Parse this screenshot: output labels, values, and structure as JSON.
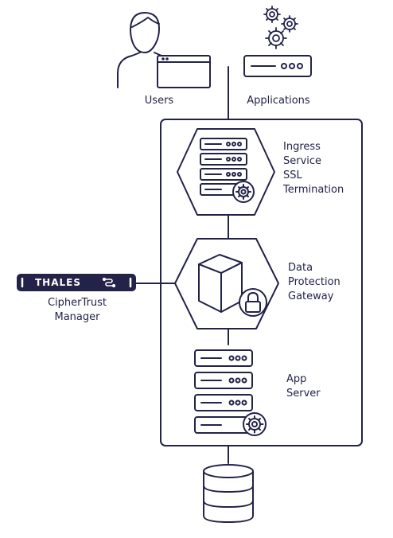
{
  "colors": {
    "stroke": "#23234a",
    "badge_bg": "#23234a",
    "badge_text": "#ffffff",
    "background": "#ffffff"
  },
  "nodes": {
    "users": {
      "label": "Users",
      "icon": "user-browser-icon"
    },
    "applications": {
      "label": "Applications",
      "icon": "gears-server-icon"
    },
    "ingress": {
      "lines": [
        "Ingress",
        "Service",
        "SSL",
        "Termination"
      ],
      "icon": "server-stack-gear-icon"
    },
    "gateway": {
      "lines": [
        "Data",
        "Protection",
        "Gateway"
      ],
      "icon": "cube-lock-icon"
    },
    "app_server": {
      "lines": [
        "App",
        "Server"
      ],
      "icon": "server-stack-gear-icon"
    },
    "cipher_trust": {
      "brand": "THALES",
      "lines": [
        "CipherTrust",
        "Manager"
      ],
      "icon": "thales-logo-icon"
    },
    "database": {
      "icon": "database-icon"
    }
  }
}
